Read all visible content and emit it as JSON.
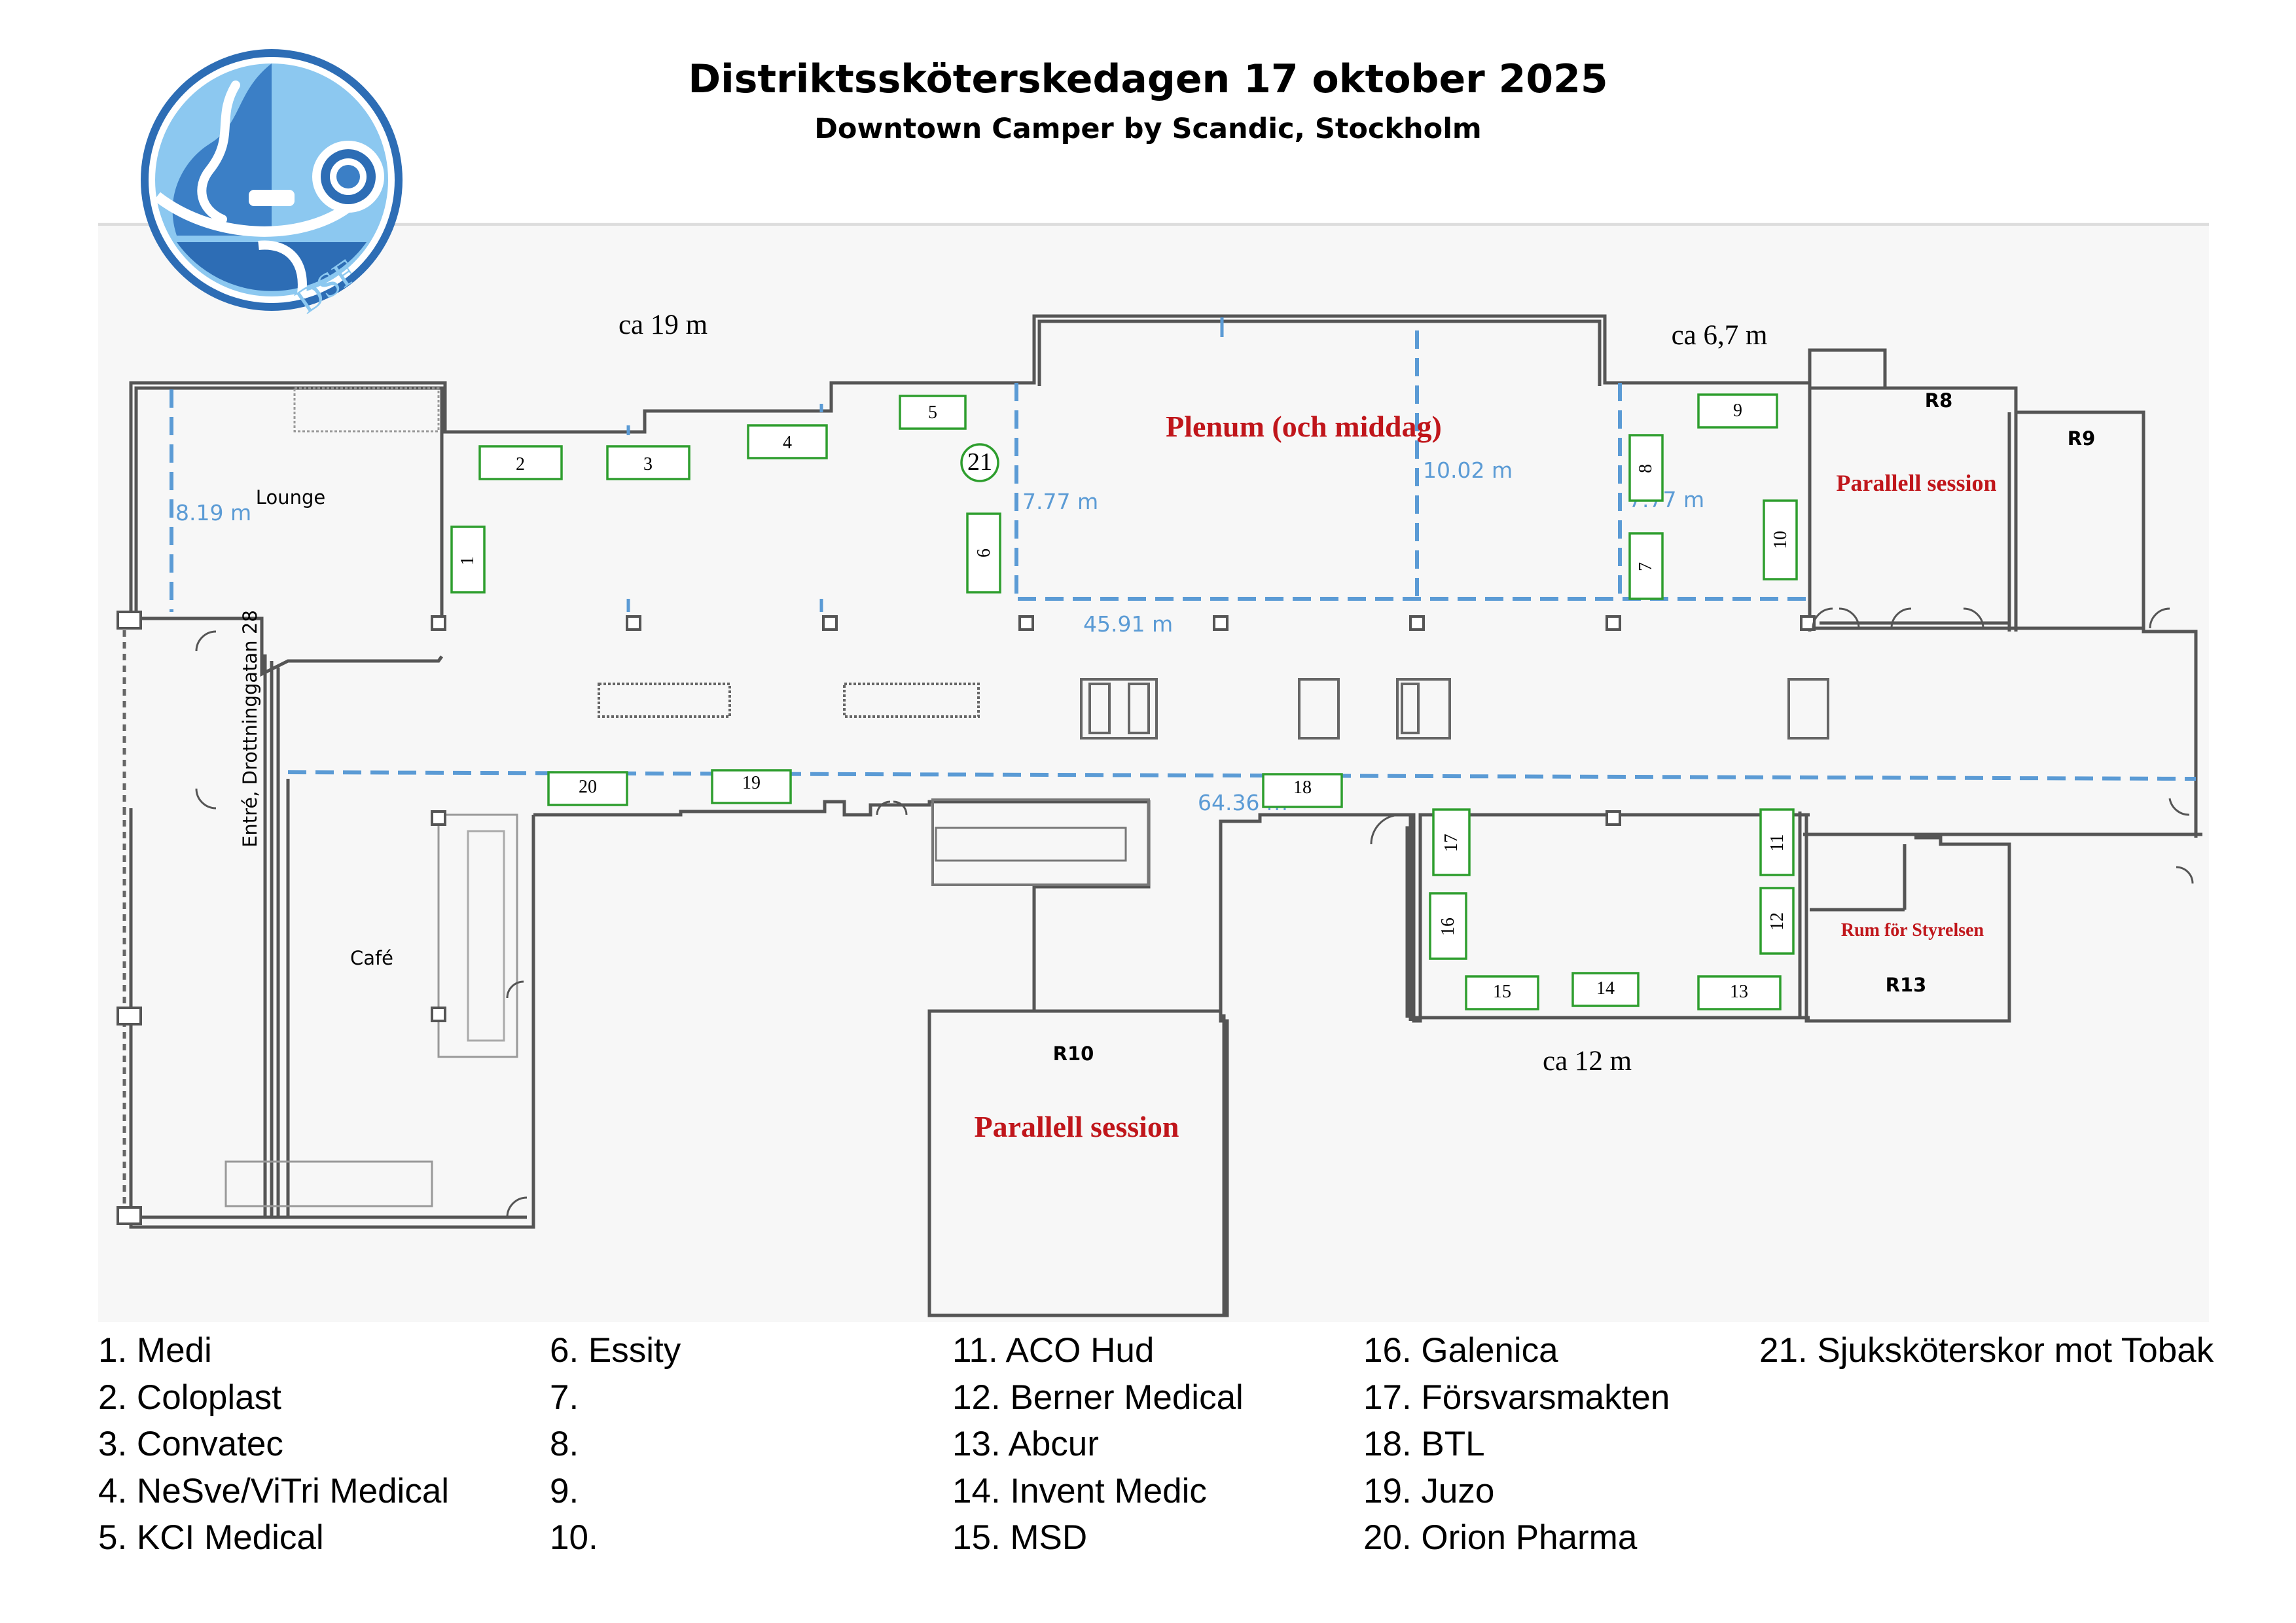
{
  "header": {
    "title": "Distriktssköterskedagen 17 oktober 2025",
    "subtitle": "Downtown Camper by Scandic, Stockholm"
  },
  "logo": {
    "text": "DSF",
    "colors": {
      "outer": "#2d6db5",
      "inner": "#8cc8f0",
      "ring": "#1f5aa6"
    }
  },
  "plan": {
    "rooms": {
      "lounge": "Lounge",
      "cafe": "Café",
      "entrance": "Entré, Drottninggatan 28",
      "r8": "R8",
      "r9": "R9",
      "r10": "R10",
      "r13": "R13"
    },
    "areas": {
      "plenum": "Plenum (och middag)",
      "parallel_r8": "Parallell session",
      "parallel_r10": "Parallell session",
      "board_room": "Rum för Styrelsen"
    },
    "dimensions": {
      "top_left": "ca 19 m",
      "top_right": "ca 6,7 m",
      "bottom": "ca 12 m",
      "lounge_h": "8.19 m",
      "plenum_h_left": "7.77 m",
      "plenum_h_mid": "10.02 m",
      "plenum_h_right": "7.77 m",
      "plenum_w": "45.91 m",
      "corridor": "64.36 m"
    },
    "booths": [
      "1",
      "2",
      "3",
      "4",
      "5",
      "6",
      "7",
      "8",
      "9",
      "10",
      "11",
      "12",
      "13",
      "14",
      "15",
      "16",
      "17",
      "18",
      "19",
      "20",
      "21"
    ]
  },
  "legend": {
    "col1": [
      "1. Medi",
      "2. Coloplast",
      "3. Convatec",
      "4. NeSve/ViTri Medical",
      "5. KCI Medical"
    ],
    "col2": [
      "6. Essity",
      "7.",
      "8.",
      "9.",
      "10."
    ],
    "col3": [
      "11. ACO Hud",
      "12. Berner Medical",
      "13. Abcur",
      "14. Invent Medic",
      "15. MSD"
    ],
    "col4": [
      "16. Galenica",
      "17. Försvarsmakten",
      "18. BTL",
      "19. Juzo",
      "20. Orion Pharma"
    ],
    "col5": [
      "21. Sjuksköterskor mot Tobak"
    ]
  },
  "colors": {
    "dimension": "#5b9bd5",
    "booth": "#2e9e2e",
    "session": "#c0161b",
    "panel": "#f7f7f7"
  }
}
